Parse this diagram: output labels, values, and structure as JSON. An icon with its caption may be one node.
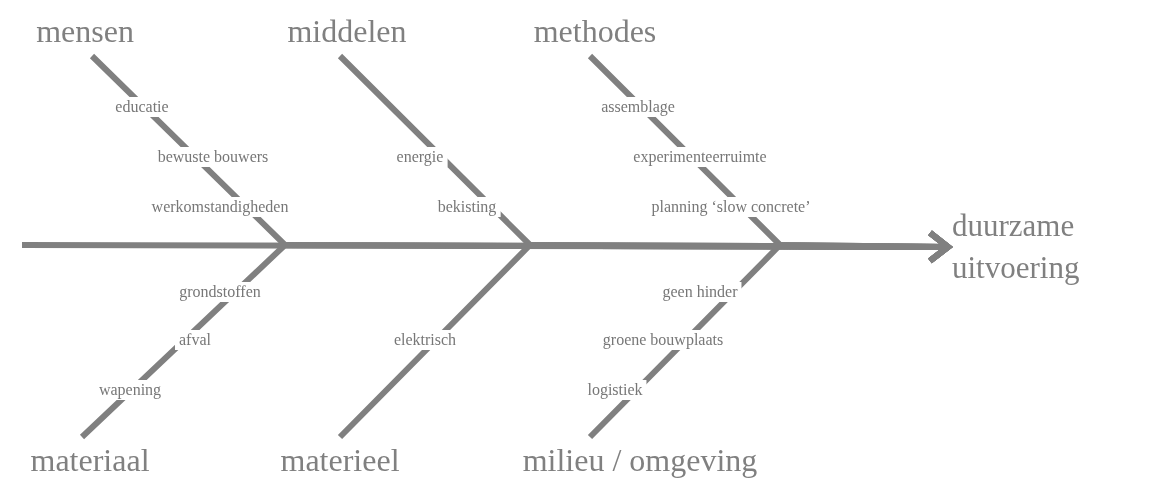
{
  "diagram": {
    "nodes": [
      {
        "text": [
          "mensen"
        ]
      },
      {
        "text": [
          "middelen"
        ]
      },
      {
        "text": [
          "methodes"
        ]
      },
      {
        "text": [
          "materiaal"
        ]
      },
      {
        "text": [
          "materieel"
        ]
      },
      {
        "text": [
          "milieu / omgeving"
        ]
      },
      {
        "text": [
          "duurzame uitvoering"
        ]
      }
    ],
    "edges": [
      {
        "from": null,
        "to": 6,
        "arrow": "to"
      },
      {
        "from": 0,
        "to": 6,
        "arrow": "to"
      },
      {
        "from": 1,
        "to": 6,
        "arrow": "to"
      },
      {
        "from": 2,
        "to": 6,
        "arrow": "to"
      },
      {
        "from": 3,
        "to": 6,
        "arrow": "to"
      },
      {
        "from": 4,
        "to": 6,
        "arrow": "to"
      },
      {
        "from": 5,
        "to": 6,
        "arrow": "to"
      }
    ],
    "labels": [
      "educatie",
      "assemblage",
      "bewuste bouwers",
      "energie",
      "experimenteerruimte",
      "werkomstandigheden",
      "bekisting",
      "planning ‘slow concrete’",
      "grondstoffen",
      "geen hinder",
      "afval",
      "elektrisch",
      "groene bouwplaats",
      "wapening",
      "logistiek"
    ]
  }
}
